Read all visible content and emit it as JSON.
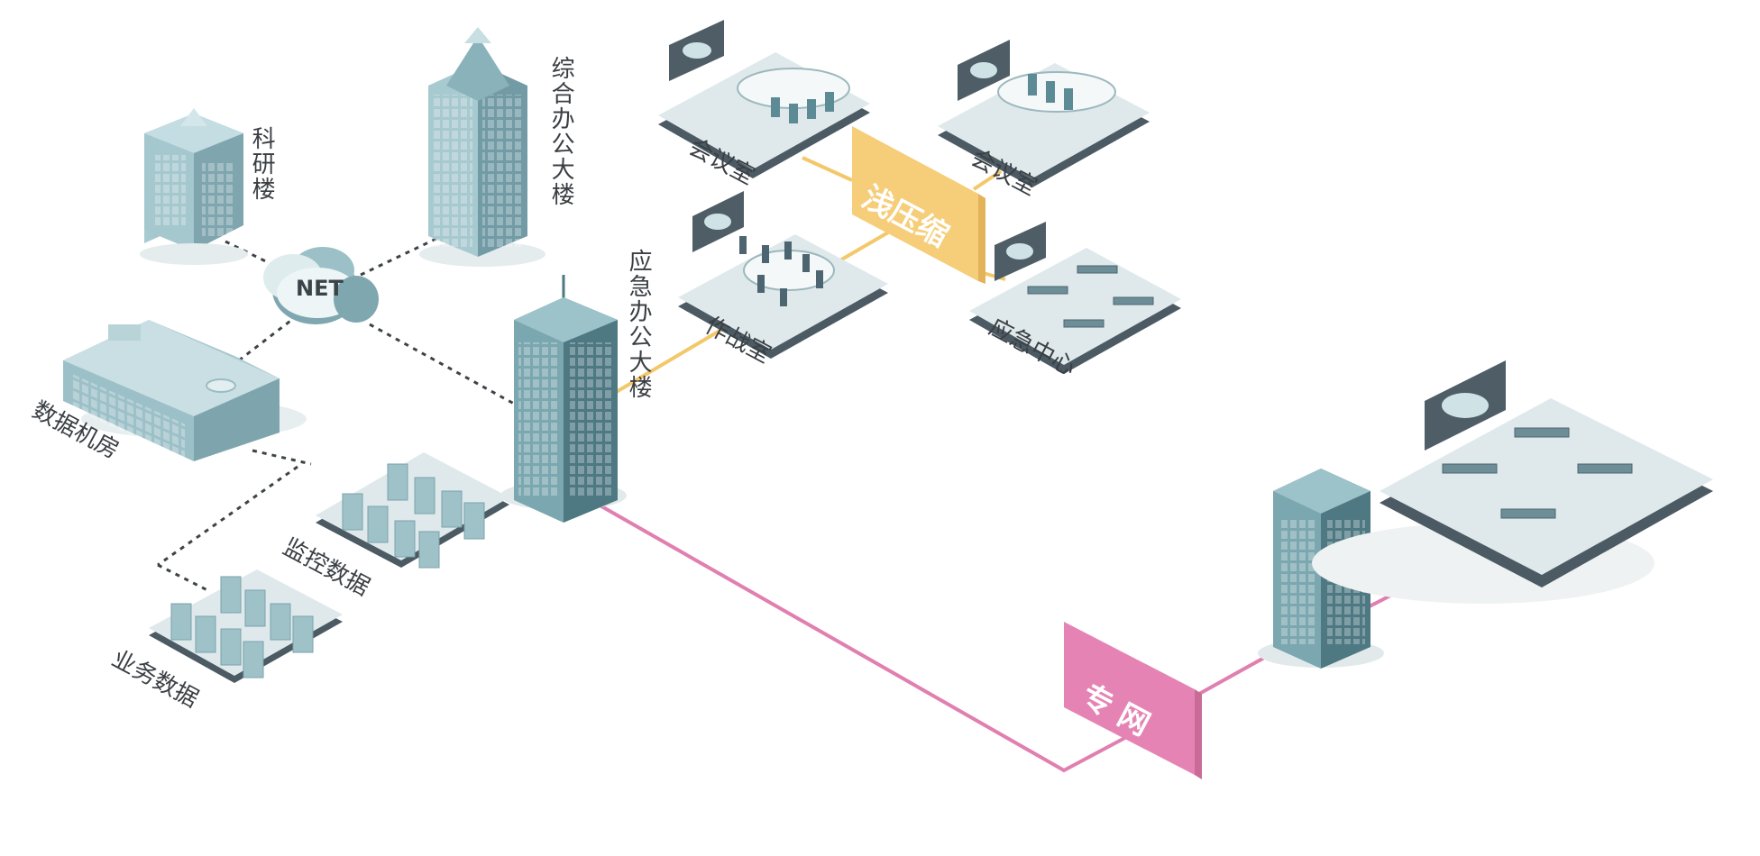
{
  "labels": {
    "research_building": "科研楼",
    "office_tower": "综合办公大楼",
    "net_cloud": "NET",
    "data_center": "数据机房",
    "monitor_data": "监控数据",
    "business_data": "业务数据",
    "emergency_office": "应急办公大楼",
    "meeting_room_1": "会议室",
    "meeting_room_2": "会议室",
    "war_room": "作战室",
    "emergency_center": "应急中心",
    "compression_badge": "浅压缩",
    "private_network_badge": "专 网"
  },
  "colors": {
    "building": "#8fb7bf",
    "building_dark": "#5f8b95",
    "platform": "#dfe9ec",
    "platform_edge": "#4b5a63",
    "dotted_link": "#3d4347",
    "compression_line": "#f3c86b",
    "compression_badge": "#f6cd78",
    "private_line": "#e07fb0",
    "private_badge": "#e584b4"
  },
  "icons": [
    "cloud-icon",
    "screen-icon",
    "server-icon",
    "desk-icon"
  ]
}
